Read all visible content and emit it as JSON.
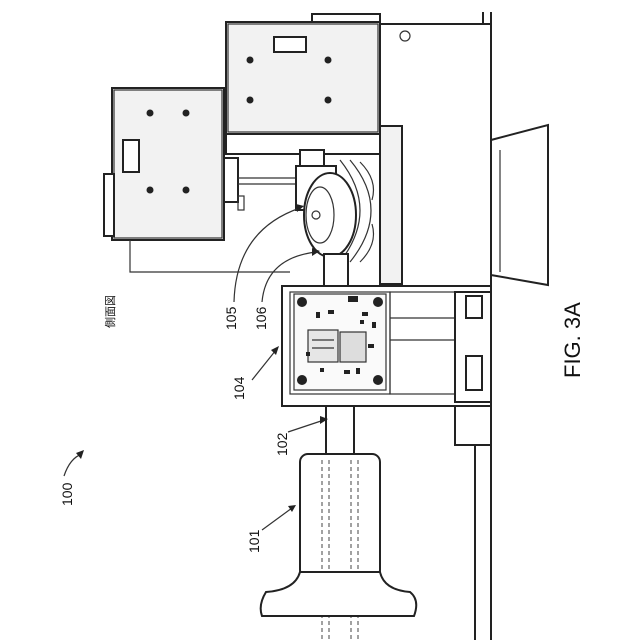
{
  "figure_label": "FIG. 3A",
  "side_view_caption": "側面図",
  "ref_labels": {
    "r100": "100",
    "r101": "101",
    "r102": "102",
    "r104": "104",
    "r105": "105",
    "r106": "106"
  }
}
